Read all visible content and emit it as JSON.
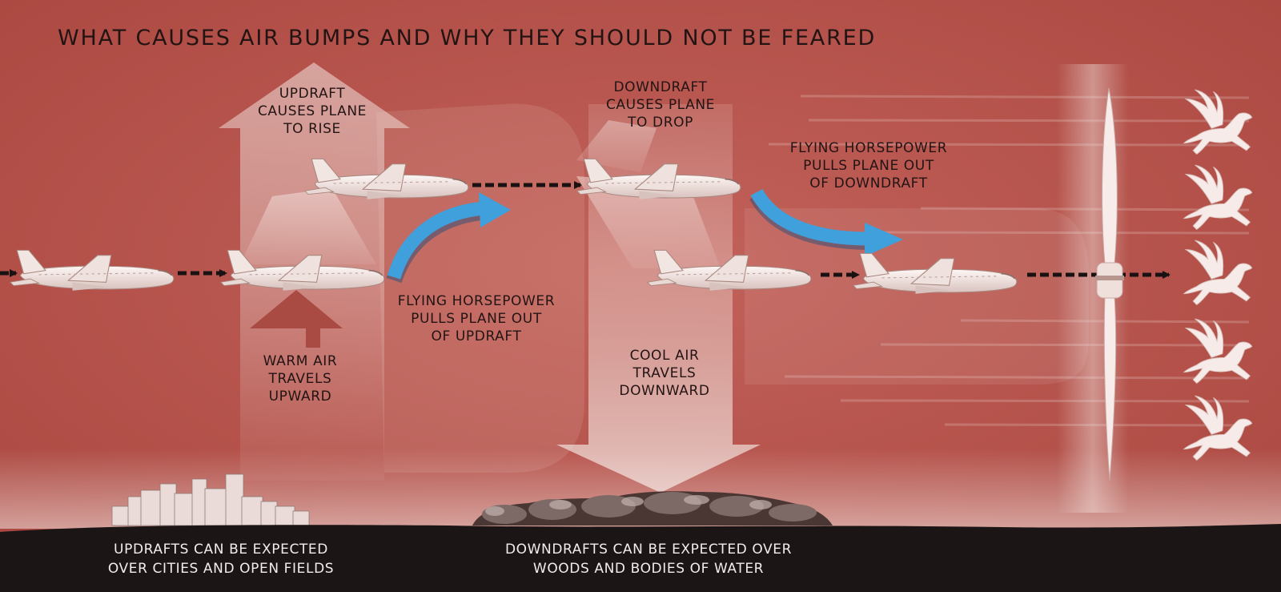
{
  "title": "WHAT CAUSES AIR BUMPS AND WHY THEY SHOULD NOT BE FEARED",
  "labels": {
    "updraft_effect": "UPDRAFT\nCAUSES PLANE\nTO RISE",
    "downdraft_effect": "DOWNDRAFT\nCAUSES PLANE\nTO DROP",
    "pulls_out_downdraft": "FLYING HORSEPOWER\nPULLS PLANE OUT\nOF DOWNDRAFT",
    "pulls_out_updraft": "FLYING HORSEPOWER\nPULLS PLANE OUT\nOF UPDRAFT",
    "warm_air": "WARM AIR\nTRAVELS\nUPWARD",
    "cool_air": "COOL AIR\nTRAVELS\nDOWNWARD",
    "updrafts_where": "UPDRAFTS CAN BE EXPECTED\nOVER CITIES AND OPEN FIELDS",
    "downdrafts_where": "DOWNDRAFTS CAN BE EXPECTED OVER\nWOODS AND BODIES OF WATER"
  },
  "colors": {
    "sky": "#b5524a",
    "ground": "#1c1515",
    "highlight": "#f4e6e2",
    "pull_arrow": "#3fa0dc",
    "text_dark": "#231414",
    "text_light": "#f3ecec"
  },
  "icons": [
    "airplane-icon",
    "pegasus-icon",
    "propeller-icon",
    "blue-curved-arrow-icon",
    "dashed-arrow-icon"
  ]
}
